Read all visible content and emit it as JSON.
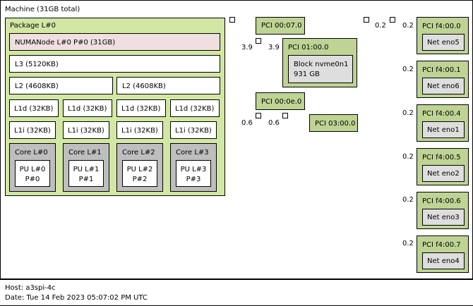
{
  "machine": {
    "label": "Machine (31GB total)"
  },
  "package": {
    "label": "Package L#0",
    "numa": "NUMANode L#0 P#0 (31GB)",
    "l3": "L3 (5120KB)",
    "l2": [
      "L2 (4608KB)",
      "L2 (4608KB)"
    ],
    "l1d": [
      "L1d (32KB)",
      "L1d (32KB)",
      "L1d (32KB)",
      "L1d (32KB)"
    ],
    "l1i": [
      "L1i (32KB)",
      "L1i (32KB)",
      "L1i (32KB)",
      "L1i (32KB)"
    ],
    "cores": [
      {
        "label": "Core L#0",
        "pu1": "PU L#0",
        "pu2": "P#0"
      },
      {
        "label": "Core L#1",
        "pu1": "PU L#1",
        "pu2": "P#1"
      },
      {
        "label": "Core L#2",
        "pu1": "PU L#2",
        "pu2": "P#2"
      },
      {
        "label": "Core L#3",
        "pu1": "PU L#3",
        "pu2": "P#3"
      }
    ]
  },
  "pci": {
    "left": {
      "dev_070": "PCI 00:07.0",
      "dev_0100": "PCI 01:00.0",
      "block_name": "Block nvme0n1",
      "block_size": "931 GB",
      "dev_0e0": "PCI 00:0e.0",
      "dev_0300": "PCI 03:00.0",
      "bw_39a": "3.9",
      "bw_39b": "3.9",
      "bw_06a": "0.6",
      "bw_06b": "0.6"
    },
    "right": {
      "bw_top": "0.2",
      "devices": [
        {
          "bus": "PCI f4:00.0",
          "net": "Net eno5",
          "bw": "0.2"
        },
        {
          "bus": "PCI f4:00.1",
          "net": "Net eno6",
          "bw": "0.2"
        },
        {
          "bus": "PCI f4:00.4",
          "net": "Net eno1",
          "bw": "0.2"
        },
        {
          "bus": "PCI f4:00.5",
          "net": "Net eno2",
          "bw": "0.2"
        },
        {
          "bus": "PCI f4:00.6",
          "net": "Net eno3",
          "bw": "0.2"
        },
        {
          "bus": "PCI f4:00.7",
          "net": "Net eno4",
          "bw": "0.2"
        }
      ]
    }
  },
  "footer": {
    "host": "Host: a3spi-4c",
    "date": "Date: Tue 14 Feb 2023 05:07:02 PM UTC"
  }
}
